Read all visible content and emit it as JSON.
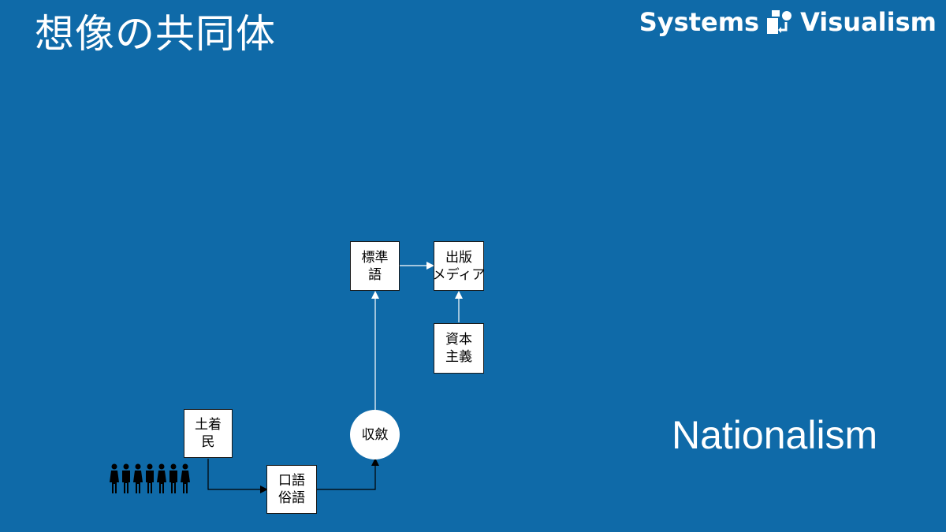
{
  "title": "想像の共同体",
  "brand": {
    "left": "Systems",
    "right": "Visualism",
    "logo_icon": "systems-visualism-logo-icon"
  },
  "subtitle": "Nationalism",
  "colors": {
    "background": "#0f6aa8",
    "box": "#ffffff",
    "text": "#000000",
    "line": "#ffffff"
  },
  "nodes": {
    "dochakumin": [
      "土着",
      "民"
    ],
    "kogo": [
      "口語",
      "俗語"
    ],
    "shuren": [
      "収斂"
    ],
    "hyojungo": [
      "標準",
      "語"
    ],
    "shuppan": [
      "出版",
      "メディア"
    ],
    "shihon": [
      "資本",
      "主義"
    ]
  },
  "people_icon": "group-of-people-icon"
}
